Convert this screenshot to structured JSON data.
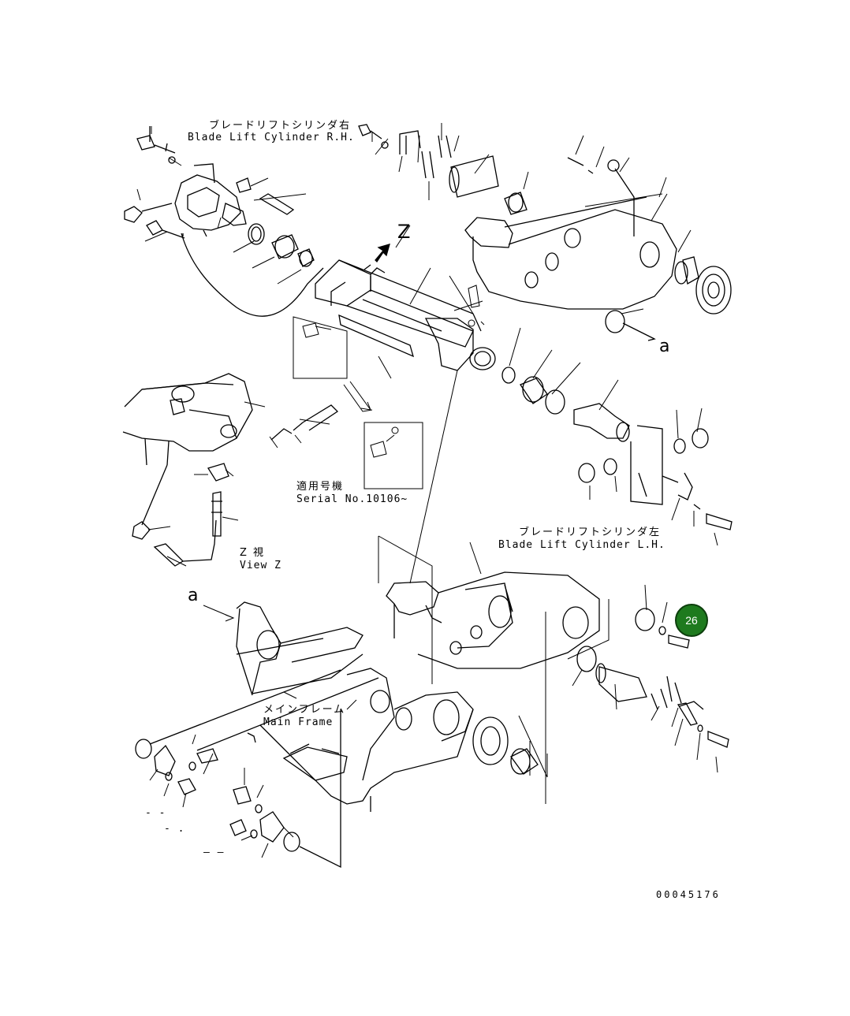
{
  "diagram": {
    "blade_lift_cylinder_rh": {
      "jp": "ブレードリフトシリンダ右",
      "en": "Blade Lift Cylinder R.H."
    },
    "blade_lift_cylinder_lh": {
      "jp": "ブレードリフトシリンダ左",
      "en": "Blade Lift Cylinder L.H."
    },
    "serial": {
      "jp": "適用号機",
      "en": "Serial No.10106~"
    },
    "view_z": {
      "jp": "Z 視",
      "en": "View Z"
    },
    "main_frame": {
      "jp": "メインフレーム",
      "en": "Main Frame"
    },
    "marker_z": "Z",
    "marker_a_top": "a",
    "marker_a_bottom": "a",
    "callout_26": "26",
    "dash_1": "- -",
    "dash_2": "- .",
    "dash_3": "— —",
    "drawing_number": "00045176"
  },
  "colors": {
    "callout_fill": "#1e7a1e",
    "line": "#000000",
    "background": "#ffffff"
  }
}
